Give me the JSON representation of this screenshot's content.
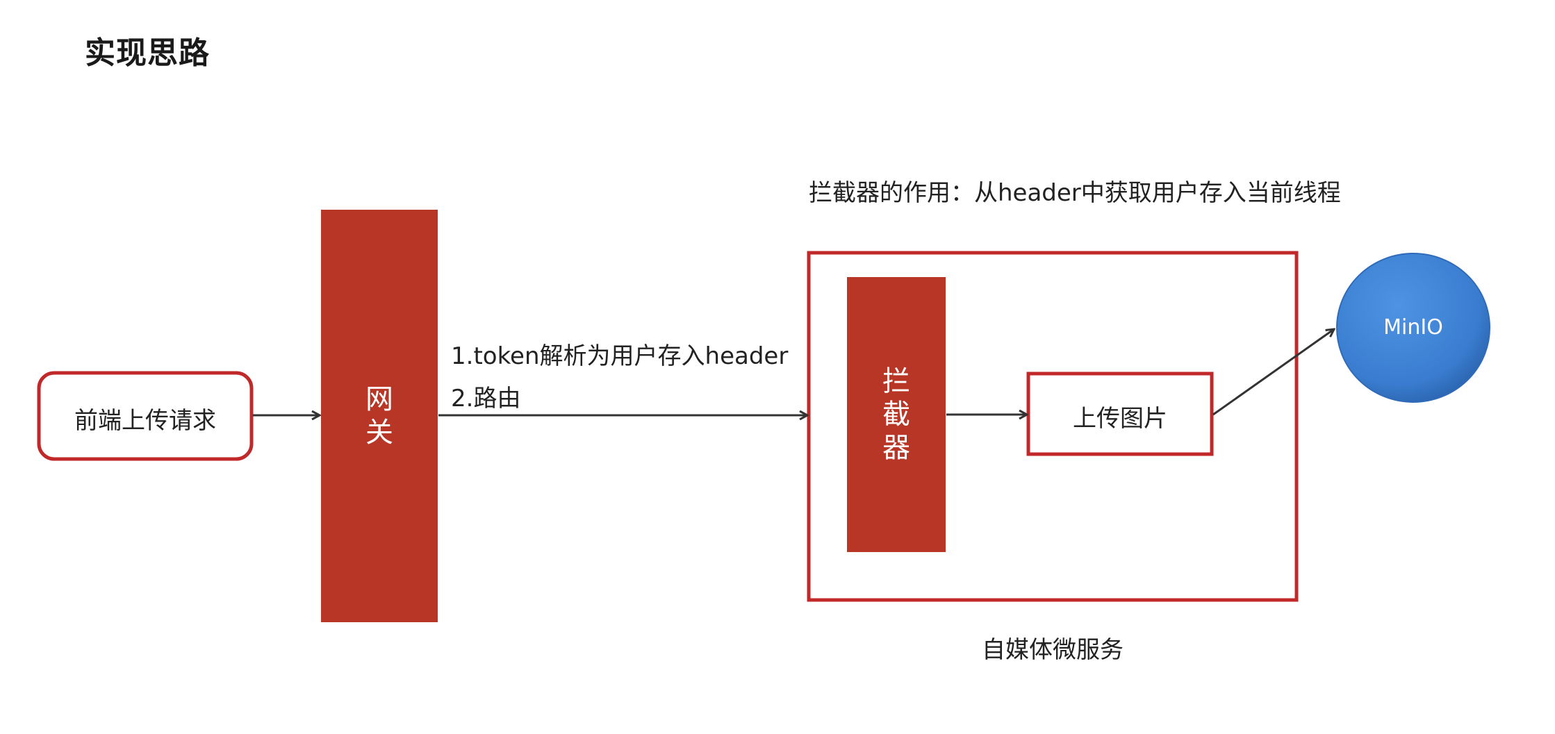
{
  "page": {
    "title": "实现思路"
  },
  "nodes": {
    "frontend": {
      "label": "前端上传请求"
    },
    "gateway": {
      "label": "网\n关"
    },
    "interceptor": {
      "label": "拦\n截\n器"
    },
    "upload": {
      "label": "上传图片"
    },
    "minio": {
      "label": "MinIO"
    },
    "microservice": {
      "label": "自媒体微服务"
    }
  },
  "annotations": {
    "interceptor_role": "拦截器的作用：从header中获取用户存入当前线程",
    "gateway_step_1": "1.token解析为用户存入header",
    "gateway_step_2": "2.路由"
  },
  "colors": {
    "accent_red": "#b83626",
    "border_red": "#c0282a",
    "minio_blue": "#3b7fd4",
    "arrow": "#333333"
  }
}
